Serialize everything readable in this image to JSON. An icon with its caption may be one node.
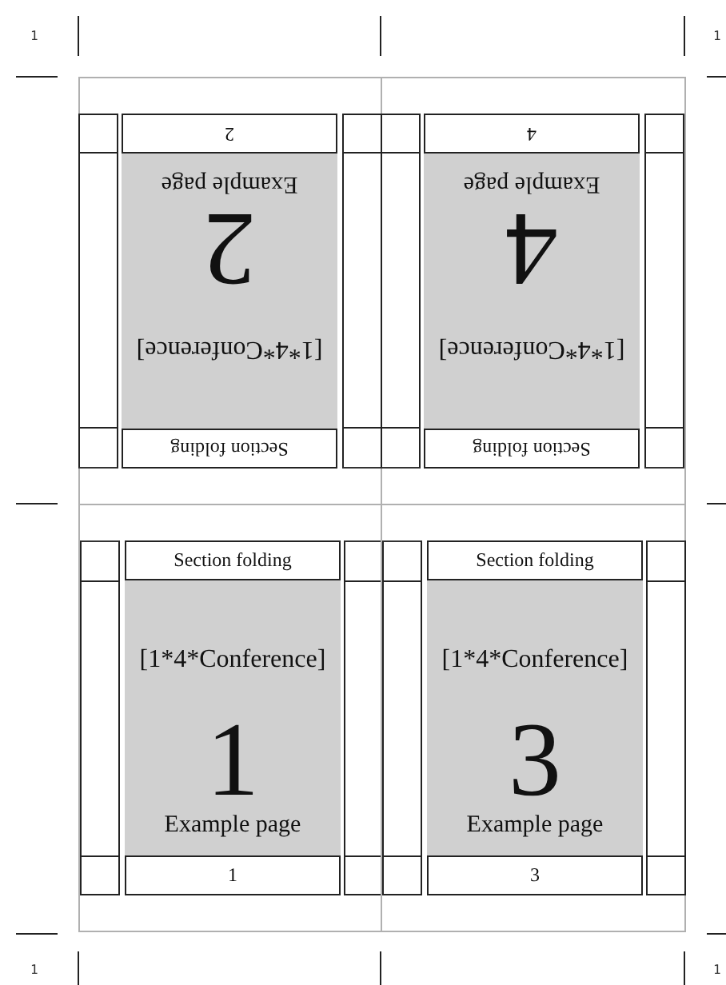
{
  "diagram": {
    "nodes": [
      {
        "text": [],
        "shape": "box"
      },
      {
        "text": [
          "Section folding"
        ],
        "in": 0
      },
      {
        "text": [
          "[1*4*Conference]",
          "2",
          "Example page"
        ],
        "in": 0
      },
      {
        "text": [
          "2"
        ],
        "in": 0
      },
      {
        "text": [],
        "shape": "box"
      },
      {
        "text": [
          "Section folding"
        ],
        "in": 4
      },
      {
        "text": [
          "[1*4*Conference]",
          "4",
          "Example page"
        ],
        "in": 4
      },
      {
        "text": [
          "4"
        ],
        "in": 4
      },
      {
        "text": [],
        "shape": "box"
      },
      {
        "text": [
          "Section folding"
        ],
        "in": 8
      },
      {
        "text": [
          "[1*4*Conference]",
          "1",
          "Example page"
        ],
        "in": 8
      },
      {
        "text": [
          "1"
        ],
        "in": 8
      },
      {
        "text": [],
        "shape": "box"
      },
      {
        "text": [
          "Section folding"
        ],
        "in": 12
      },
      {
        "text": [
          "[1*4*Conference]",
          "3",
          "Example page"
        ],
        "in": 12
      },
      {
        "text": [
          "3"
        ],
        "in": 12
      }
    ],
    "labels": [
      "1",
      "1",
      "1",
      "1"
    ]
  }
}
